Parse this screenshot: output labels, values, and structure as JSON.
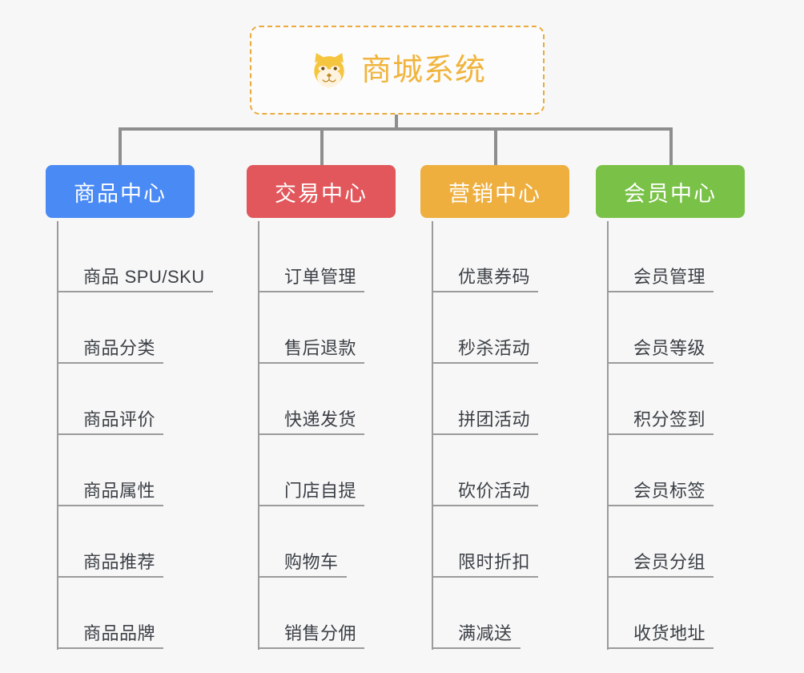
{
  "root": {
    "title": "商城系统",
    "logo_icon": "shiba-dog-icon",
    "accent_color": "#f0b43c",
    "border_color": "#e8aa3c"
  },
  "connector_color": "#8e8e8e",
  "branches": [
    {
      "id": "product-center",
      "label": "商品中心",
      "color": "#4a8af4",
      "items": [
        "商品 SPU/SKU",
        "商品分类",
        "商品评价",
        "商品属性",
        "商品推荐",
        "商品品牌"
      ]
    },
    {
      "id": "trade-center",
      "label": "交易中心",
      "color": "#e1575b",
      "items": [
        "订单管理",
        "售后退款",
        "快递发货",
        "门店自提",
        "购物车",
        "销售分佣"
      ]
    },
    {
      "id": "marketing-center",
      "label": "营销中心",
      "color": "#eeaf3f",
      "items": [
        "优惠券码",
        "秒杀活动",
        "拼团活动",
        "砍价活动",
        "限时折扣",
        "满减送"
      ]
    },
    {
      "id": "member-center",
      "label": "会员中心",
      "color": "#79c247",
      "items": [
        "会员管理",
        "会员等级",
        "积分签到",
        "会员标签",
        "会员分组",
        "收货地址"
      ]
    }
  ]
}
